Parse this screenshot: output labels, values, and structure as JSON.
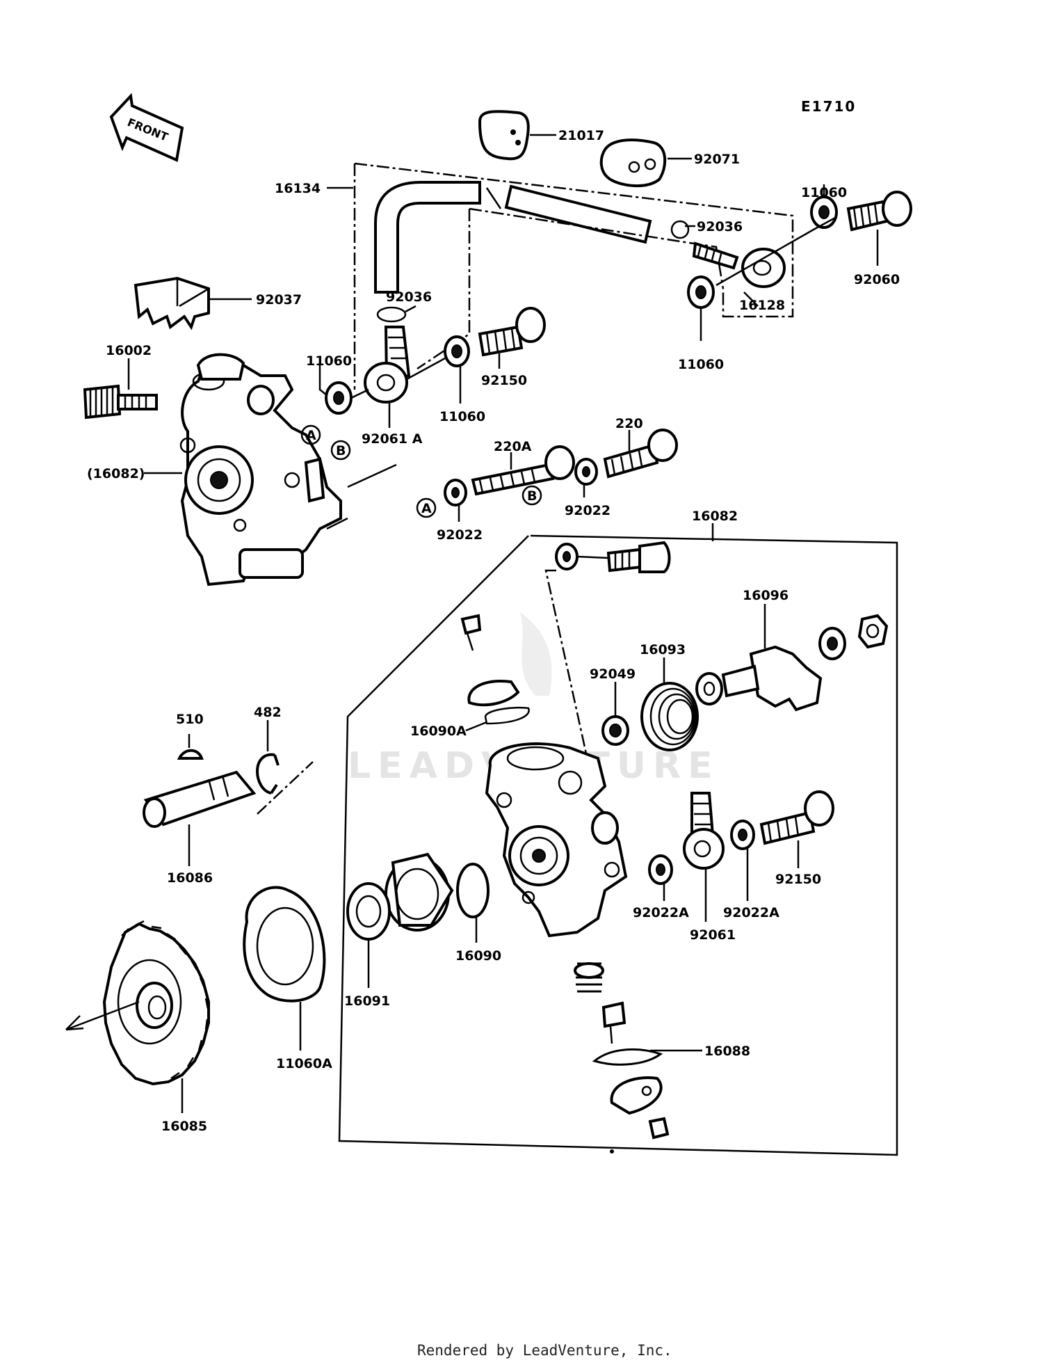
{
  "diagram_code": "E1710",
  "front_label": "FRONT",
  "watermark": "LEADVENTURE",
  "footer": "Rendered by LeadVenture, Inc.",
  "part_labels": {
    "p21017": "21017",
    "p92071": "92071",
    "p16134": "16134",
    "p11060_top": "11060",
    "p92036_upper": "92036",
    "p92060": "92060",
    "p16128": "16128",
    "p11060_right": "11060",
    "p92037": "92037",
    "p92036_lower": "92036",
    "p16002": "16002",
    "p11060_left": "11060",
    "p92150_top": "92150",
    "p11060_mid": "11060",
    "p92061A": "92061 A",
    "p16082_ref": "(16082)",
    "p220A": "220A",
    "p220": "220",
    "p92022_left": "92022",
    "p92022_right": "92022",
    "p16082": "16082",
    "p16096": "16096",
    "p16093": "16093",
    "p92049": "92049",
    "p16090A": "16090A",
    "p510": "510",
    "p482": "482",
    "p16086": "16086",
    "p92150_low": "92150",
    "p92022A_left": "92022A",
    "p92022A_right": "92022A",
    "p92061": "92061",
    "p16090": "16090",
    "p16091": "16091",
    "p11060A": "11060A",
    "p16085": "16085",
    "p16088": "16088",
    "marker_a": "A",
    "marker_b": "B"
  }
}
